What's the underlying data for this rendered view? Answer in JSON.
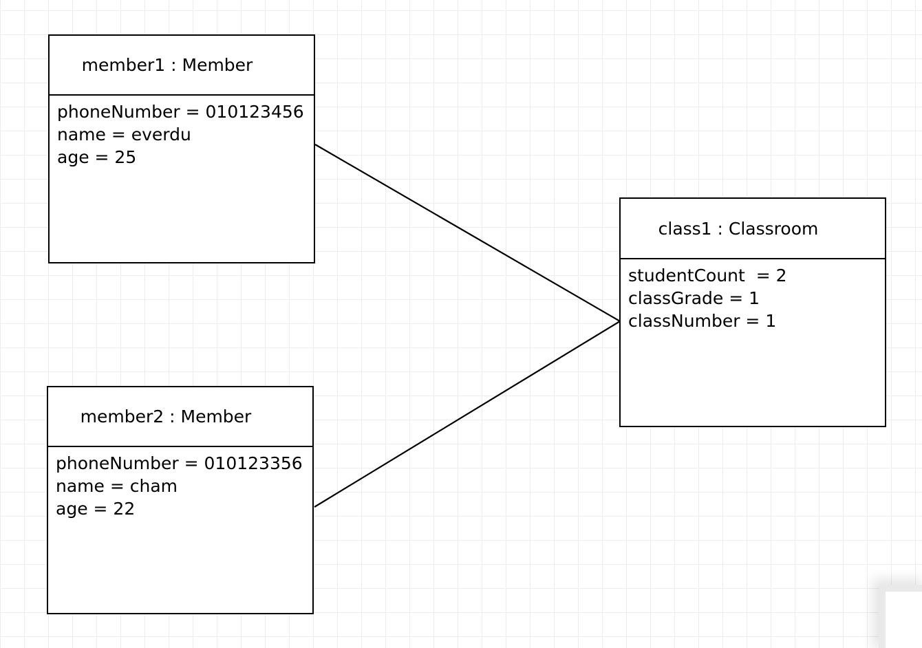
{
  "canvas": {
    "background": "#ffffff",
    "grid_color": "#ededed",
    "box_border_color": "#000000",
    "edge_color": "#000000",
    "text_color": "#000000"
  },
  "diagram": {
    "objects": [
      {
        "id": "member1",
        "title": "member1 : Member",
        "attributes": [
          "phoneNumber = 010123456",
          "name = everdu",
          "age = 25"
        ]
      },
      {
        "id": "member2",
        "title": "member2 : Member",
        "attributes": [
          "phoneNumber = 010123356",
          "name = cham",
          "age = 22"
        ]
      },
      {
        "id": "class1",
        "title": "class1 : Classroom",
        "attributes": [
          "studentCount  = 2",
          "classGrade = 1",
          "classNumber = 1"
        ]
      }
    ],
    "edges": [
      {
        "from": "member1",
        "to": "class1"
      },
      {
        "from": "member2",
        "to": "class1"
      }
    ]
  }
}
